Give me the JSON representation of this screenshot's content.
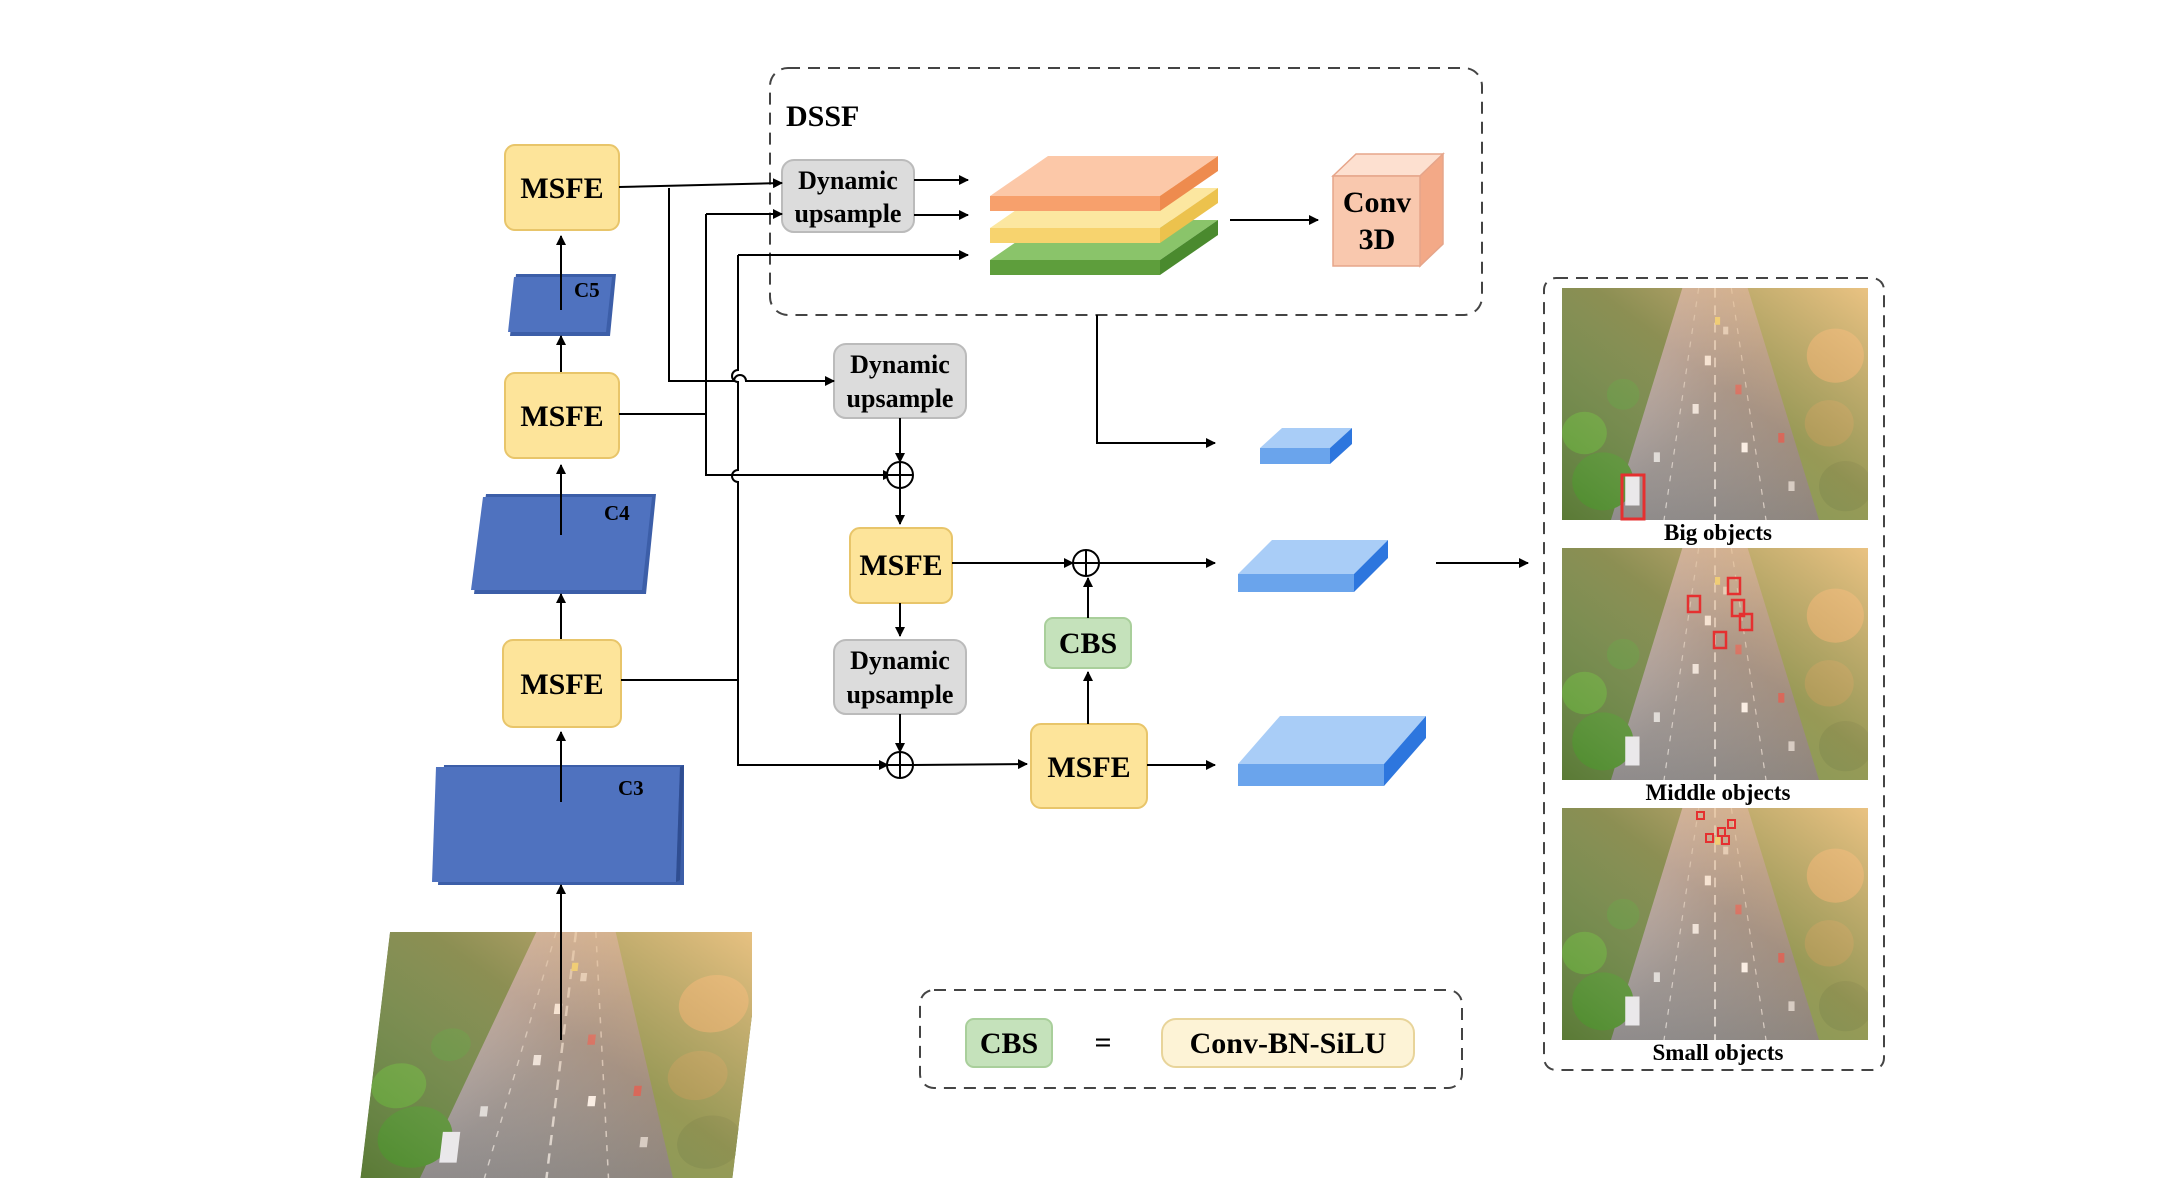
{
  "labels": {
    "dssf": "DSSF",
    "msfe": "MSFE",
    "dynamic": "Dynamic",
    "upsample": "upsample",
    "conv": "Conv",
    "conv_3d": "3D",
    "cbs": "CBS",
    "equals": "=",
    "conv_bn_silu": "Conv-BN-SiLU",
    "c3": "C3",
    "c4": "C4",
    "c5": "C5",
    "big_objects": "Big objects",
    "middle_objects": "Middle objects",
    "small_objects": "Small objects"
  },
  "colors": {
    "msfe_fill": "#fde49a",
    "msfe_stroke": "#e8c56a",
    "upsample_fill": "#dcdcdc",
    "cbs_fill": "#c5e2bb",
    "conv3d_fill": "#f9c8ae",
    "backbone_blue": "#4f72bf",
    "output_blue": "#6aa4ec",
    "layer_orange": "#f7a06c",
    "layer_yellow": "#fbdf86",
    "layer_green": "#6fae49",
    "legend_fill": "#fdf3d6",
    "detection_box": "#e53030"
  }
}
